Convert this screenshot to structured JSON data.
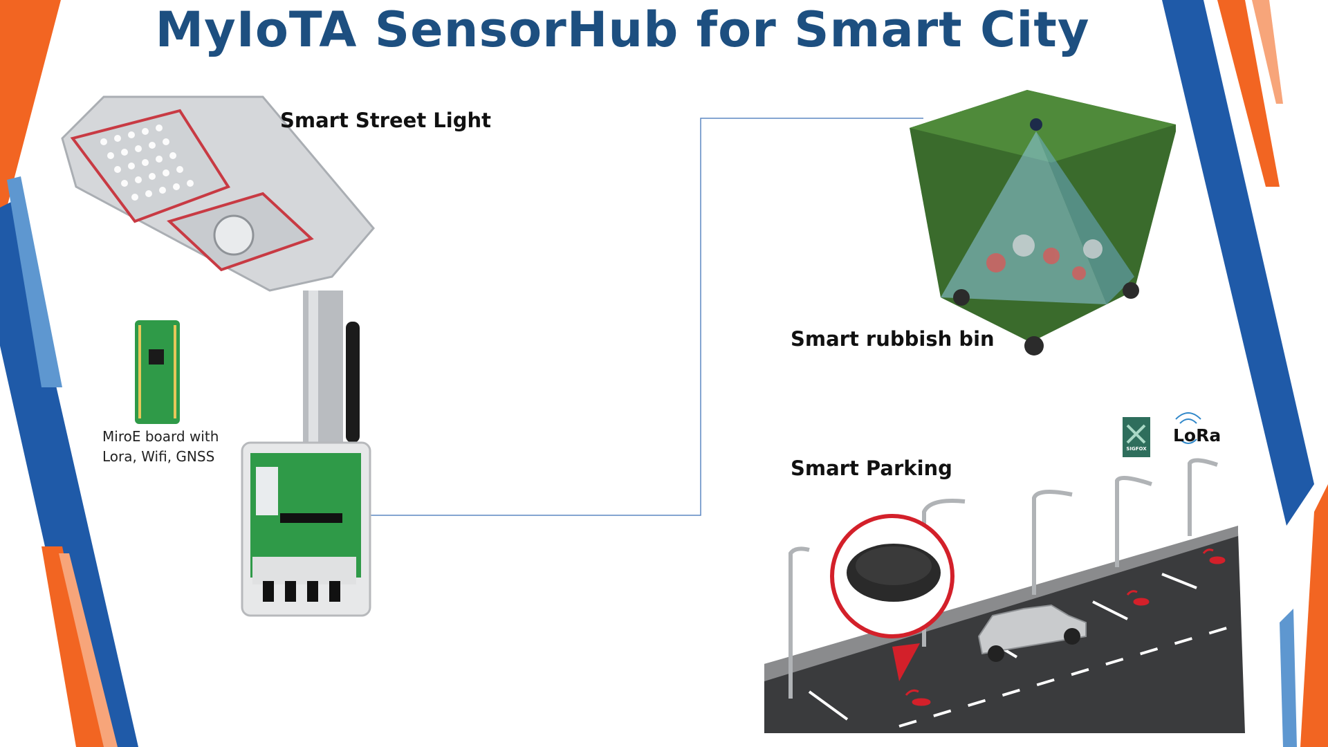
{
  "title": "MyIoTA SensorHub for Smart City",
  "labels": {
    "street_light": "Smart Street Light",
    "rubbish_bin": "Smart rubbish bin",
    "parking": "Smart Parking"
  },
  "board_caption": {
    "line1": "MiroE board with",
    "line2": "Lora, Wifi, GNSS"
  },
  "logos": {
    "lora": "LoRa",
    "sigfox": "SIGFOX"
  },
  "colors": {
    "title": "#1d4f80",
    "connector": "#5b87c2",
    "stripe_blue": "#1f5aa8",
    "stripe_orange": "#f26522",
    "pcb_green": "#2f9a48",
    "bin_green": "#3a6b2c",
    "sensor_ring": "#d3202a"
  }
}
